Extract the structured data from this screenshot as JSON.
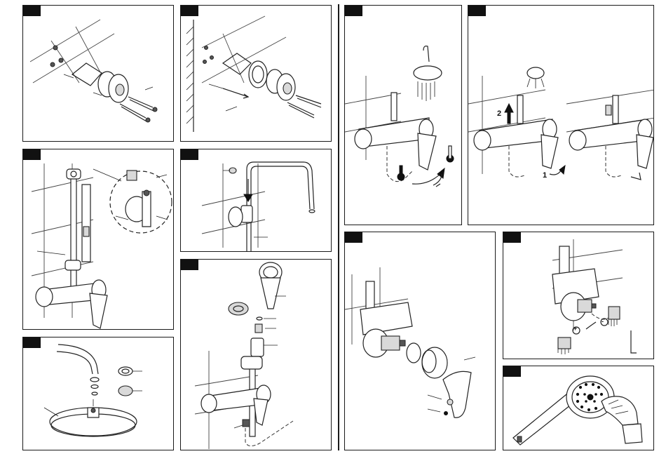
{
  "panels": [
    {
      "id": "p1",
      "tab": "",
      "content": "wall-mounting-brackets-and-screws"
    },
    {
      "id": "p2",
      "tab": "",
      "content": "wall-mounting-with-spacer-ring"
    },
    {
      "id": "p3",
      "tab": "",
      "content": "shower-rail-with-mixer-detail"
    },
    {
      "id": "p4",
      "tab": "",
      "content": "shower-arm-insertion"
    },
    {
      "id": "p5",
      "tab": "",
      "content": "head-shower-arm-with-washers"
    },
    {
      "id": "p6",
      "tab": "",
      "content": "hand-shower-and-hose-assembly"
    },
    {
      "id": "p7",
      "tab": "",
      "content": "temperature-control-hot-cold"
    },
    {
      "id": "p8",
      "tab": "",
      "content": "diverter-operation-steps"
    },
    {
      "id": "p9",
      "tab": "",
      "content": "lever-handle-and-cartridge-cover"
    },
    {
      "id": "p10",
      "tab": "",
      "content": "cartridge-filter-cleaning"
    },
    {
      "id": "p11",
      "tab": "",
      "content": "hand-shower-nozzle-cleaning"
    }
  ],
  "labels": {
    "step_one": "1",
    "step_two": "2",
    "plus": "+",
    "minus": "-"
  },
  "colors": {
    "line": "#222222",
    "tab": "#111111",
    "background": "#ffffff"
  },
  "icons": [
    "hot-thermometer-icon",
    "cold-thermometer-icon",
    "rotate-arrow-icon",
    "hex-key-icon"
  ]
}
